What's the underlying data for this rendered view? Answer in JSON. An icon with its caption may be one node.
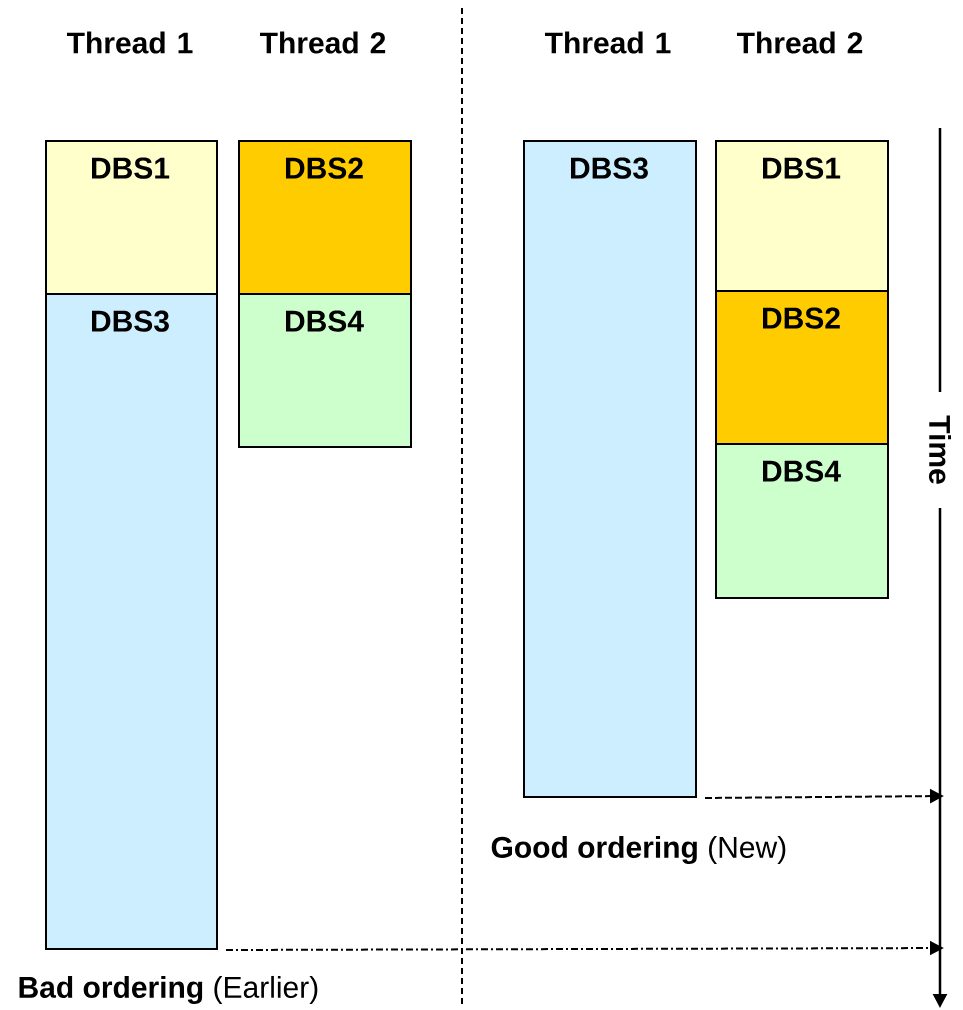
{
  "diagram": {
    "nodes": [
      {
        "text": [
          "DBS1"
        ]
      },
      {
        "text": [
          "DBS3"
        ]
      },
      {
        "text": [
          "DBS2"
        ]
      },
      {
        "text": [
          "DBS4"
        ]
      },
      {
        "text": [
          "DBS3"
        ]
      },
      {
        "text": [
          "DBS1"
        ]
      },
      {
        "text": [
          "DBS2"
        ]
      },
      {
        "text": [
          "DBS4"
        ]
      }
    ],
    "edges": [
      {
        "from": 4,
        "to": null,
        "arrow": "to",
        "style": "dashed"
      },
      {
        "from": 1,
        "to": null,
        "arrow": "to",
        "style": "dashed"
      }
    ],
    "labels": [
      "Thread 1",
      "Thread 2",
      "Thread 1",
      "Thread 2",
      "Time",
      "**Good ordering** (New)",
      "**Bad ordering** (Earlier)"
    ]
  }
}
